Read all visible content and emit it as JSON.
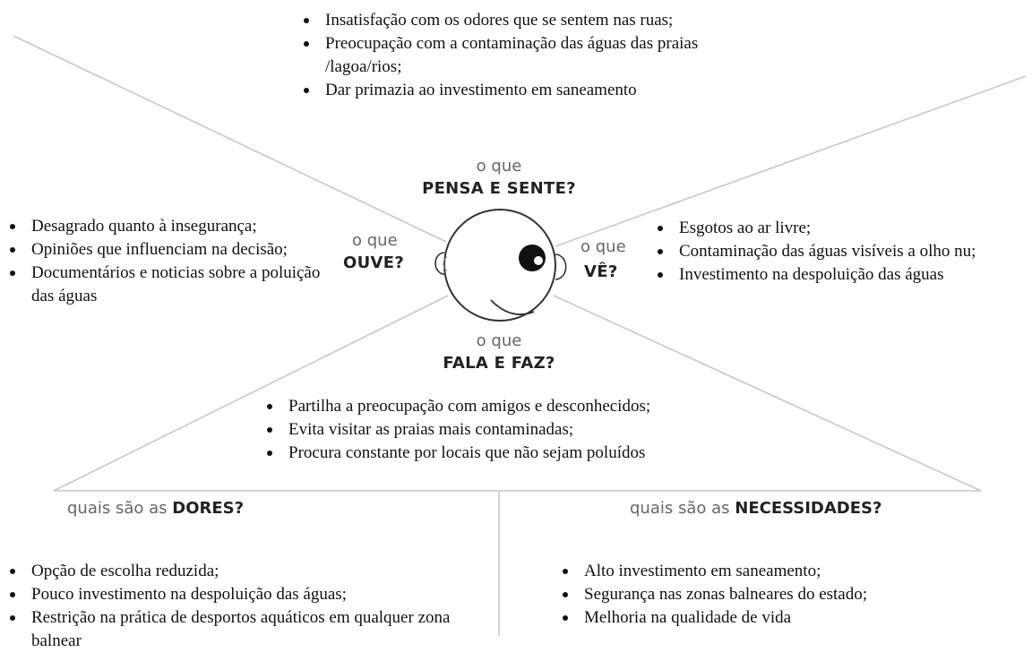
{
  "head": {
    "pensa": {
      "prefix": "o que",
      "label": "PENSA E SENTE?"
    },
    "ouve": {
      "prefix": "o que",
      "label": "OUVE?"
    },
    "ve": {
      "prefix": "o que",
      "label": "VÊ?"
    },
    "fala": {
      "prefix": "o que",
      "label": "FALA E FAZ?"
    }
  },
  "pensa_items": [
    "Insatisfação com os odores que se sentem nas ruas;",
    "Preocupação com a contaminação das águas das praias /lagoa/rios;",
    "Dar primazia ao investimento em saneamento"
  ],
  "ouve_items": [
    "Desagrado quanto à insegurança;",
    "Opiniões que influenciam na decisão;",
    "Documentários e noticias sobre a poluição das águas"
  ],
  "ve_items": [
    "Esgotos ao ar livre;",
    "Contaminação das águas visíveis a olho nu;",
    "Investimento na despoluição das águas"
  ],
  "fala_items": [
    "Partilha a preocupação com amigos e desconhecidos;",
    "Evita visitar as praias mais contaminadas;",
    "Procura constante por locais que não sejam poluídos"
  ],
  "dores": {
    "prefix": "quais são as",
    "label": "DORES?",
    "items": [
      "Opção de escolha reduzida;",
      "Pouco investimento na despoluição das águas;",
      "Restrição na prática de desportos aquáticos em qualquer zona balnear"
    ]
  },
  "necessidades": {
    "prefix": "quais são as",
    "label": "NECESSIDADES?",
    "items": [
      "Alto investimento em saneamento;",
      "Segurança nas zonas balneares do estado;",
      "Melhoria na qualidade de vida"
    ]
  },
  "colors": {
    "line": "#c8c8c8",
    "head_stroke": "#333333",
    "text": "#111111"
  }
}
